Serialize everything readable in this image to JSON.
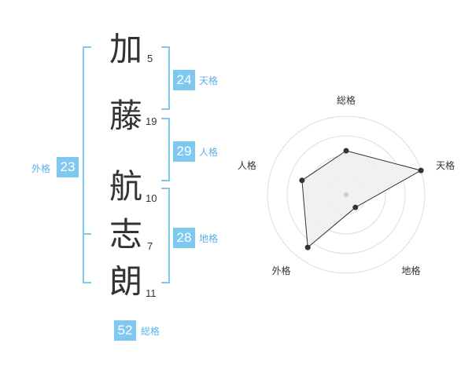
{
  "colors": {
    "accent": "#7fc8f0",
    "accent_text": "#5bb0e6",
    "radar_fill": "#f0f0f0",
    "radar_ring": "#dddddd"
  },
  "name": {
    "chars": [
      "加",
      "藤",
      "航",
      "志",
      "朗"
    ],
    "strokes": [
      "5",
      "19",
      "10",
      "7",
      "11"
    ]
  },
  "kakusu": {
    "tenkaku": {
      "value": "24",
      "label": "天格"
    },
    "jinkaku": {
      "value": "29",
      "label": "人格"
    },
    "chikaku": {
      "value": "28",
      "label": "地格"
    },
    "gaikaku": {
      "value": "23",
      "label": "外格"
    },
    "soukaku": {
      "value": "52",
      "label": "総格"
    }
  },
  "chart_data": {
    "type": "radar",
    "axes": [
      "総格",
      "天格",
      "地格",
      "外格",
      "人格"
    ],
    "values": [
      0.56,
      1.0,
      0.2,
      0.83,
      0.59
    ],
    "rings": 4
  }
}
